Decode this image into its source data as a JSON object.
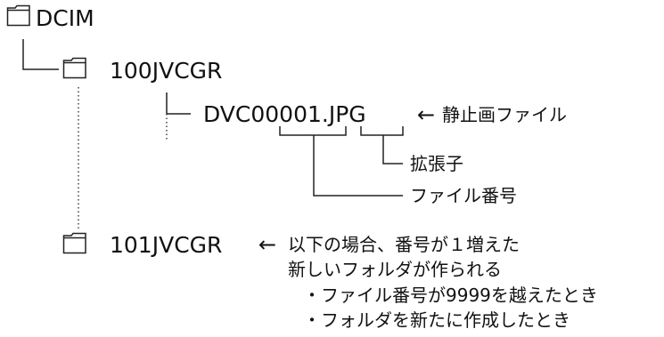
{
  "root": {
    "name": "DCIM",
    "icon": "folder-icon"
  },
  "sub1": {
    "name": "100JVCGR",
    "icon": "folder-icon"
  },
  "file": {
    "name": "DVC00001.JPG",
    "arrow": "←",
    "note": "静止画ファイル",
    "ext_label": "拡張子",
    "num_label": "ファイル番号"
  },
  "sub2": {
    "name": "101JVCGR",
    "icon": "folder-icon",
    "arrow": "←",
    "note_line1": "以下の場合、番号が１増えた",
    "note_line2": "新しいフォルダが作られる",
    "bullet1": "・ファイル番号が9999を越えたとき",
    "bullet2": "・フォルダを新たに作成したとき"
  }
}
